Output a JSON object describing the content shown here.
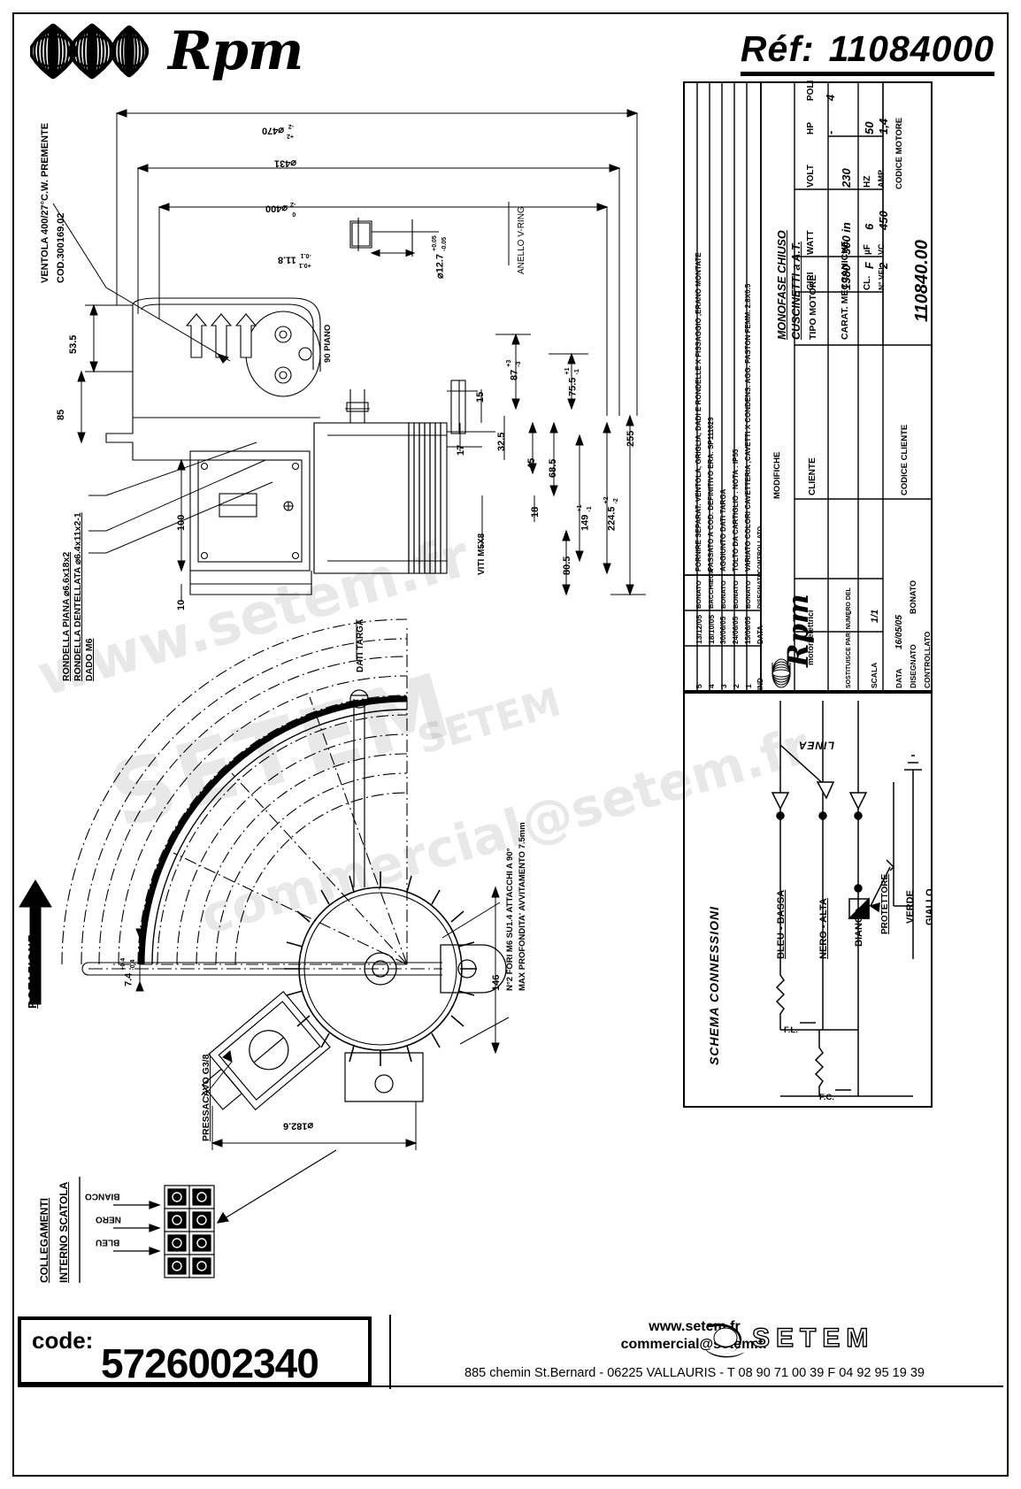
{
  "header": {
    "brand": "Rpm",
    "brand_icon": "fan-rings-logo",
    "ref_label": "Réf:",
    "ref_value": "11084000"
  },
  "top_view": {
    "fan_note_line1": "VENTOLA  400/27°C.W. PREMENTE",
    "fan_note_line2": "COD.300169.02",
    "v_ring": "ANELLO V-RING",
    "dims": [
      {
        "name": "outer-fan-dia",
        "value": "⌀470",
        "tol_up": "+2",
        "tol_dn": "-2"
      },
      {
        "name": "mid-fan-dia",
        "value": "⌀431",
        "tol_up": "",
        "tol_dn": ""
      },
      {
        "name": "inner-fan-dia",
        "value": "⌀400",
        "tol_up": "0",
        "tol_dn": "-2"
      },
      {
        "name": "shaft-dia",
        "value": "⌀12.7",
        "tol_up": "+0.05",
        "tol_dn": "-0.05"
      },
      {
        "name": "shaft-len",
        "value": "11.8",
        "tol_up": "+0.1",
        "tol_dn": "-0.1"
      },
      {
        "name": "fan-height",
        "value": "53.5",
        "tol_up": "",
        "tol_dn": ""
      },
      {
        "name": "body-height",
        "value": "85",
        "tol_up": "",
        "tol_dn": ""
      },
      {
        "name": "flange-height",
        "value": "87",
        "tol_up": "+3",
        "tol_dn": "-3"
      },
      {
        "name": "shaft-center",
        "value": "75.5",
        "tol_up": "+1",
        "tol_dn": "-1"
      },
      {
        "name": "box-offset",
        "value": "32.5",
        "tol_up": "",
        "tol_dn": ""
      },
      {
        "name": "box-offset2",
        "value": "15",
        "tol_up": "",
        "tol_dn": ""
      },
      {
        "name": "rib-17",
        "value": "17",
        "tol_up": "",
        "tol_dn": ""
      },
      {
        "name": "rib-45",
        "value": "45",
        "tol_up": "",
        "tol_dn": ""
      },
      {
        "name": "rib-68",
        "value": "68.5",
        "tol_up": "",
        "tol_dn": ""
      },
      {
        "name": "overall-224",
        "value": "224.5",
        "tol_up": "+2",
        "tol_dn": "-2"
      },
      {
        "name": "overall-255",
        "value": "255",
        "tol_up": "",
        "tol_dn": ""
      },
      {
        "name": "len-149",
        "value": "149",
        "tol_up": "+1",
        "tol_dn": "-1"
      },
      {
        "name": "rib-18",
        "value": "18",
        "tol_up": "",
        "tol_dn": ""
      },
      {
        "name": "len-80",
        "value": "80.5",
        "tol_up": "",
        "tol_dn": ""
      },
      {
        "name": "box-100",
        "value": "100",
        "tol_up": "",
        "tol_dn": ""
      },
      {
        "name": "base-10",
        "value": "10",
        "tol_up": "",
        "tol_dn": ""
      }
    ],
    "notes": [
      "RONDELLA PIANA ⌀6.6x18x2",
      "RONDELLA DENTELLATA ⌀6.4x11x2-1",
      "DADO M6"
    ],
    "plate_note": "DATI TARGA",
    "screws_note": "VITI M5X8",
    "plane_note": "90 PIANO"
  },
  "bottom_view": {
    "rotation_label": "ROTAZIONE",
    "rotation_icon": "up-arrow-icon",
    "dims": [
      {
        "name": "blade-thk",
        "value": "7.4",
        "tol_up": "+0.4",
        "tol_dn": "-0.4"
      },
      {
        "name": "hub-dia",
        "value": "146",
        "tol_up": "",
        "tol_dn": ""
      },
      {
        "name": "grill-dia",
        "value": "⌀182.6",
        "tol_up": "",
        "tol_dn": ""
      }
    ],
    "gland_note": "PRESSACAVO G3/8",
    "holes_note_line1": "N°2 FORI M6 SU1.4 ATTACCHI A 90°",
    "holes_note_line2": "MAX PROFONDITA' AVVITAMENTO 7.5mm",
    "collegamenti_line1": "COLLEGAMENTI",
    "collegamenti_line2": "INTERNO  SCATOLA",
    "terminals": [
      "BIANCO",
      "NERO",
      "BLEU"
    ]
  },
  "title_block": {
    "revisions": [
      {
        "ind": "5",
        "date": "13/12/05",
        "desc": "FORNIRE SEPARAT. VENTOLA, GRIGLIA, DADI E RONDELLE X FISSAGGIO ,ERANO MONTATE",
        "disegnato": "BONATO",
        "controllato": ""
      },
      {
        "ind": "4",
        "date": "18/10/05",
        "desc": "PASSATO A COD. DEFINITIVO ERA: SP111629",
        "disegnato": "BACCHIEGA",
        "controllato": ""
      },
      {
        "ind": "3",
        "date": "30/06/05",
        "desc": "AGGIUNTO DATI TARGA",
        "disegnato": "BONATO",
        "controllato": ""
      },
      {
        "ind": "2",
        "date": "24/06/05",
        "desc": "TOLTO DA CARTIGLIO : NOTA : IP55",
        "disegnato": "BONATO",
        "controllato": ""
      },
      {
        "ind": "1",
        "date": "15/06/05",
        "desc": "VARIATO COLORI CAVETTERIA ,CAVETTI X CONDENS. AGG. FASTON FEMM. 2.8X0.5",
        "disegnato": "BONATO",
        "controllato": ""
      }
    ],
    "rev_headers": {
      "ind": "IND",
      "date": "DATA",
      "disegnato": "DISEGNATO",
      "controllato": "CONTROLLATO"
    },
    "modifiche": "MODIFICHE",
    "motor_type_header": "TIPO MOTORE",
    "motor_type_1": "MONOFASE CHIUSO",
    "motor_type_2": "CUSCINETTI  a  A.T.",
    "mech_header": "CARAT. MECCANICHE",
    "electrical": [
      {
        "label": "VOLT",
        "value": "230",
        "label2": "HZ",
        "value2": "50",
        "label3": "AMP.",
        "value3": "1,4"
      },
      {
        "label": "WATT",
        "value": "300 in",
        "label2": "µF",
        "value2": "6",
        "label3": "VC",
        "value3": "450"
      },
      {
        "label": "GIRI",
        "value": "1380",
        "label2": "CL.",
        "value2": "F",
        "label3": "N° VEL.",
        "value3": "2"
      }
    ],
    "hp_label": "HP",
    "hp_value": "-",
    "poli_label": "POLI",
    "poli_value": "4",
    "cliente_label": "CLIENTE",
    "codice_cliente_label": "CODICE CLIENTE",
    "codice_motore_label": "CODICE MOTORE",
    "codice_motore_value": "110840.00",
    "company_name": "Rpm",
    "company_sub": "motori elettrici",
    "sostituisce_label": "SOSTITUISCE PARI NUMERO DEL",
    "sostituisce_value": "-",
    "scala_label": "SCALA",
    "scala_value": "1/1",
    "data_label": "DATA",
    "data_value": "16/05/05",
    "disegnato_label": "DISEGNATO",
    "disegnato_value": "BONATO",
    "controllato_label": "CONTROLLATO",
    "controllato_value": ""
  },
  "schema": {
    "title": "SCHEMA  CONNESSIONI",
    "line_label": "LINEA",
    "wires": [
      {
        "name": "wire-bleu",
        "label": "BLEU  -  BASSA"
      },
      {
        "name": "wire-nero",
        "label": "NERO  -  ALTA"
      },
      {
        "name": "wire-bianco",
        "label": "BIANCO"
      },
      {
        "name": "wire-verde",
        "label": "VERDE"
      },
      {
        "name": "wire-giallo",
        "label": "GIALLO"
      }
    ],
    "protector": "PROTETTORE",
    "fl": "F.L.",
    "fc": "F.C."
  },
  "footer": {
    "code_label": "code:",
    "code_value": "5726002340",
    "website": "www.setem.fr",
    "email": "commercial@setem.fr",
    "address": "885 chemin St.Bernard  -  06225 VALLAURIS  -  T 08 90 71 00 39   F 04 92 95 19 39",
    "brand": "SETEM",
    "brand_icon": "setem-swoosh-logo"
  },
  "watermark": {
    "line1": "www.setem.fr",
    "line2": "SETEM",
    "line3": "commercial@setem.fr",
    "line4": "SETEM"
  }
}
